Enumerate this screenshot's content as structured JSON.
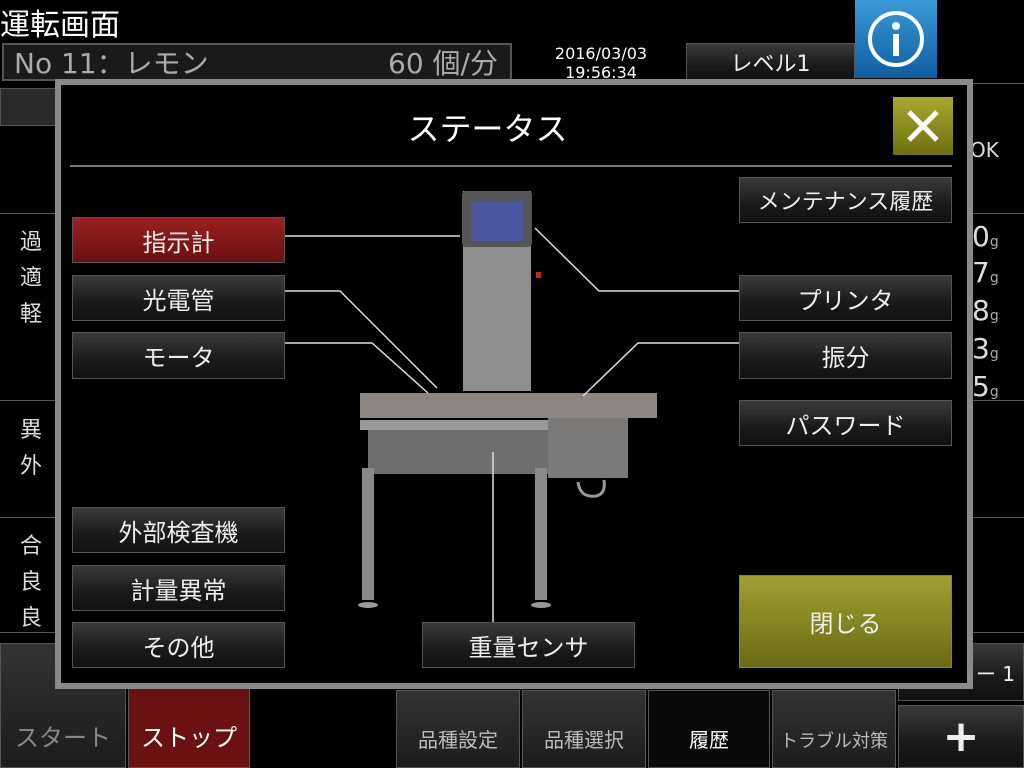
{
  "screen": {
    "title": "運転画面",
    "product": "No 11：レモン",
    "rate": "60 個/分",
    "date": "2016/03/03",
    "time": "19:56:34",
    "level_button": "レベル1",
    "info_icon": "info-icon"
  },
  "background": {
    "left_labels": [
      "過",
      "適",
      "軽",
      "異",
      "外",
      "合",
      "良",
      "良"
    ],
    "right_values": [
      "OK",
      "0",
      "7",
      "8",
      "3",
      "5"
    ],
    "unit": "g",
    "counter": "ー 1",
    "plus_label": "+"
  },
  "bottom_bar": {
    "start": "スタート",
    "stop": "ストップ",
    "items": [
      "品種設定",
      "品種選択",
      "履歴",
      "トラブル対策"
    ]
  },
  "dialog": {
    "title": "ステータス",
    "close_icon": "close-icon",
    "left_buttons": [
      "指示計",
      "光電管",
      "モータ",
      "外部検査機",
      "計量異常",
      "その他"
    ],
    "right_buttons": [
      "メンテナンス履歴",
      "プリンタ",
      "振分",
      "パスワード"
    ],
    "bottom_button": "重量センサ",
    "close_button": "閉じる",
    "colors": {
      "active": "#8a1a1a",
      "olive": "#8f8f1f"
    }
  }
}
